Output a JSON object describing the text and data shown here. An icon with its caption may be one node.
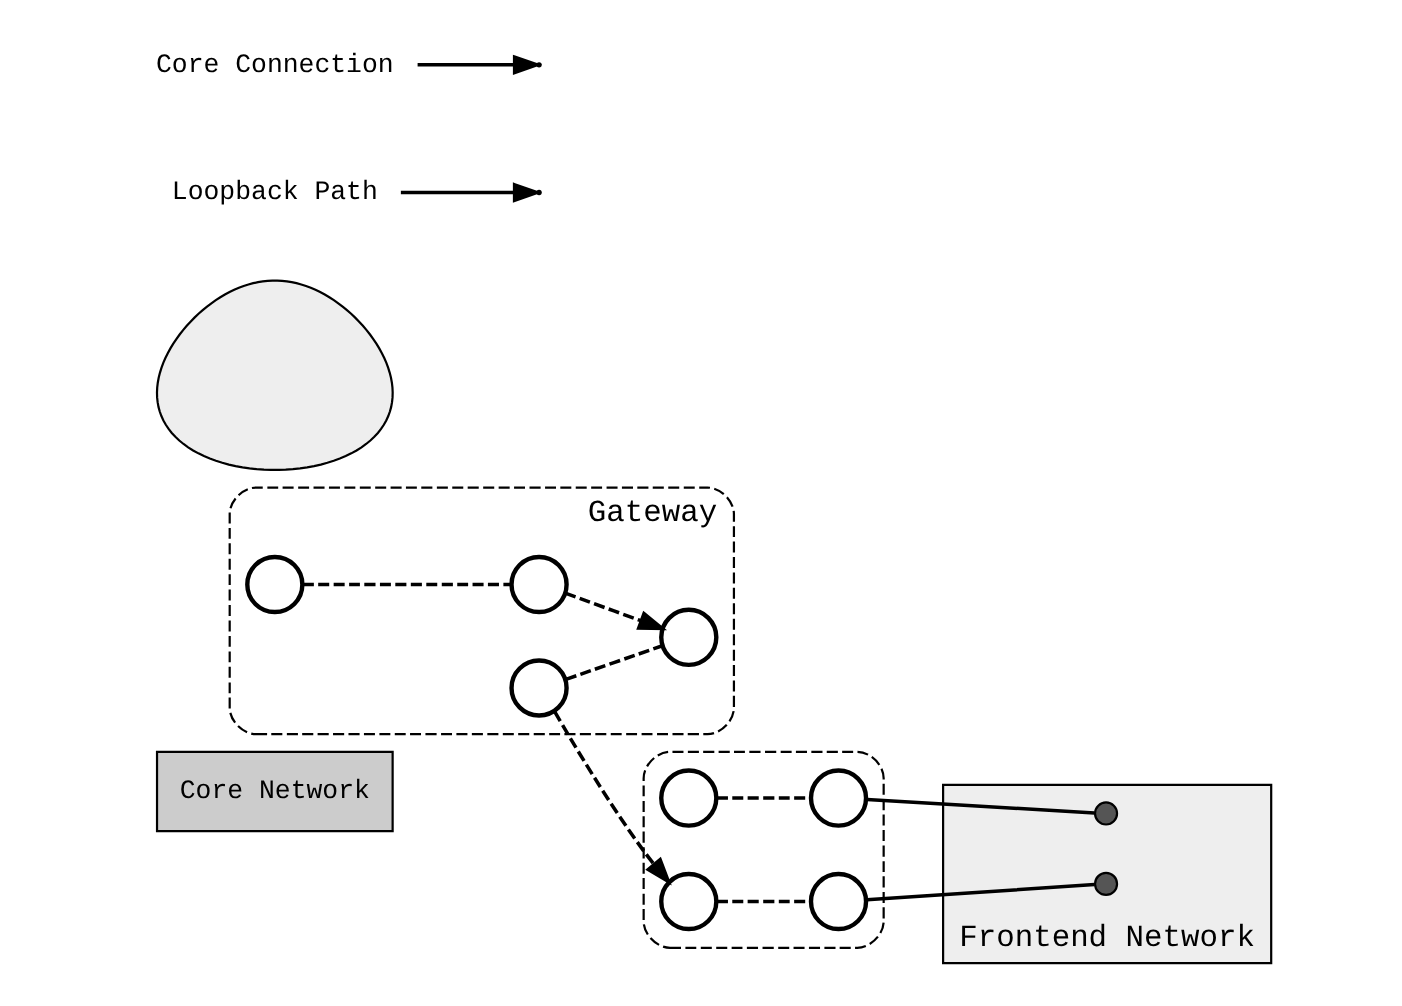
{
  "diagram": {
    "nodes": [
      {
        "text": [
          "Core Network"
        ]
      },
      {
        "text": [
          "Gateway"
        ]
      },
      {
        "text": [],
        "shape": "cloud"
      },
      {
        "text": [],
        "shape": "box"
      },
      {
        "text": [
          "Frontend Network"
        ]
      },
      {
        "text": [],
        "shape": "circle",
        "in": 1
      },
      {
        "text": [],
        "shape": "circle",
        "in": 1
      },
      {
        "text": [],
        "shape": "circle",
        "in": 1
      },
      {
        "text": [],
        "shape": "circle",
        "in": 1
      },
      {
        "text": [],
        "shape": "circle",
        "in": 3
      },
      {
        "text": [],
        "shape": "circle",
        "in": 3
      },
      {
        "text": [],
        "shape": "circle",
        "in": 3
      },
      {
        "text": [],
        "shape": "circle",
        "in": 3
      },
      {
        "text": [],
        "shape": "dot",
        "in": 4
      },
      {
        "text": [],
        "shape": "dot",
        "in": 4
      },
      {
        "text": [
          "Loopback Path"
        ]
      },
      {
        "text": [
          "Core Connection"
        ]
      }
    ],
    "edges": [
      {
        "from": 5,
        "to": 7,
        "arrow": "none",
        "style": "dashed"
      },
      {
        "from": 6,
        "to": 8,
        "arrow": "none",
        "style": "dashed"
      },
      {
        "from": 7,
        "to": 8,
        "arrow": "to",
        "style": "dashed"
      },
      {
        "from": 6,
        "to": 10,
        "arrow": "to",
        "style": "dashed"
      },
      {
        "from": 9,
        "to": 11,
        "arrow": "none",
        "style": "dashed"
      },
      {
        "from": 10,
        "to": 12,
        "arrow": "none",
        "style": "dashed"
      },
      {
        "from": 11,
        "to": 13,
        "arrow": "none"
      },
      {
        "from": 12,
        "to": 14,
        "arrow": "none"
      },
      {
        "from": 15,
        "to": null,
        "arrow": "to"
      },
      {
        "from": 16,
        "to": null,
        "arrow": "to"
      }
    ]
  }
}
